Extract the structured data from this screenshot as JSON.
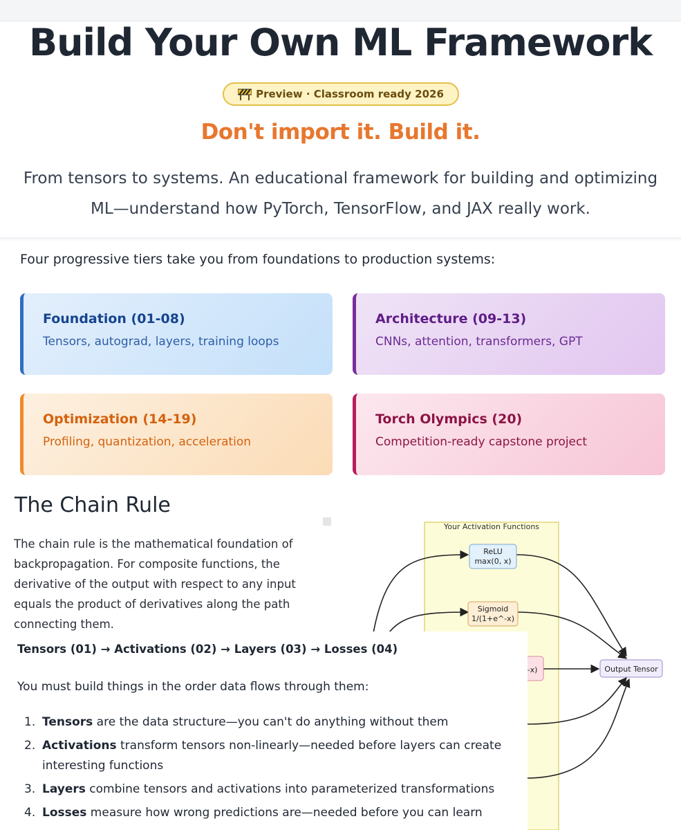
{
  "header": {
    "title": "Build Your Own ML Framework",
    "badge_icon": "construction-icon",
    "badge_text": "Preview · Classroom ready 2026",
    "tagline": "Don't import it. Build it.",
    "intro_line1": "From tensors to systems. An educational framework for building and optimizing",
    "intro_line2": "ML—understand how PyTorch, TensorFlow, and JAX really work."
  },
  "tiers": {
    "intro": "Four progressive tiers take you from foundations to production systems:",
    "cards": [
      {
        "title": "Foundation (01-08)",
        "desc": "Tensors, autograd, layers, training loops"
      },
      {
        "title": "Architecture (09-13)",
        "desc": "CNNs, attention, transformers, GPT"
      },
      {
        "title": "Optimization (14-19)",
        "desc": "Profiling, quantization, acceleration"
      },
      {
        "title": "Torch Olympics (20)",
        "desc": "Competition-ready capstone project"
      }
    ]
  },
  "chain": {
    "heading": "The Chain Rule",
    "paragraph": "The chain rule is the mathematical foundation of backpropagation. For composite functions, the derivative of the output with respect to any input equals the product of derivatives along the path connecting them.",
    "diagram": {
      "group_label": "Your Activation Functions",
      "relu_name": "ReLU",
      "relu_formula": "max(0, x)",
      "sigmoid_name": "Sigmoid",
      "sigmoid_formula": "1/(1+e^-x)",
      "partial_label": "-x)",
      "output_label": "Output Tensor"
    }
  },
  "build_order": {
    "flow": "Tensors (01) → Activations (02) → Layers (03) → Losses (04)",
    "must": "You must build things in the order data flows through them:",
    "steps": [
      {
        "num": "1.",
        "bold": "Tensors",
        "rest": " are the data structure—you can't do anything without them"
      },
      {
        "num": "2.",
        "bold": "Activations",
        "rest": " transform tensors non-linearly—needed before layers can create interesting functions"
      },
      {
        "num": "3.",
        "bold": "Layers",
        "rest": " combine tensors and activations into parameterized transformations"
      },
      {
        "num": "4.",
        "bold": "Losses",
        "rest": " measure how wrong predictions are—needed before you can learn"
      }
    ]
  }
}
